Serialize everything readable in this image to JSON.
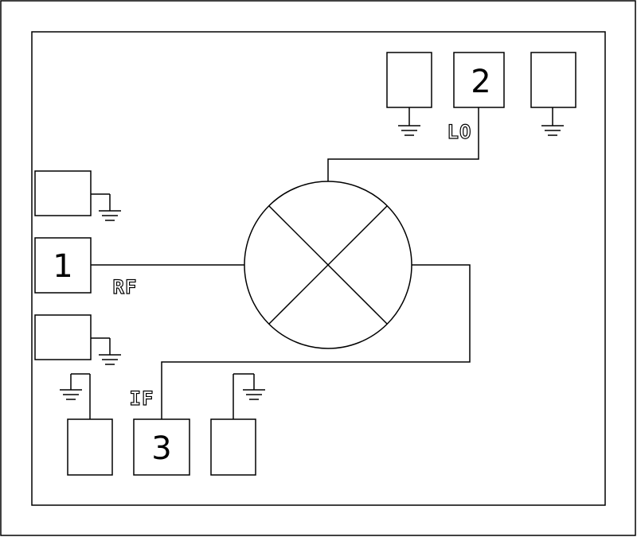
{
  "pins": {
    "rf": {
      "number": "1",
      "label": "RF"
    },
    "lo": {
      "number": "2",
      "label": "LO"
    },
    "if": {
      "number": "3",
      "label": "IF"
    }
  },
  "colors": {
    "line": "#000000",
    "background": "#ffffff"
  },
  "icons": {
    "ground": "ground-symbol-icon",
    "mixer": "mixer-symbol-icon"
  }
}
